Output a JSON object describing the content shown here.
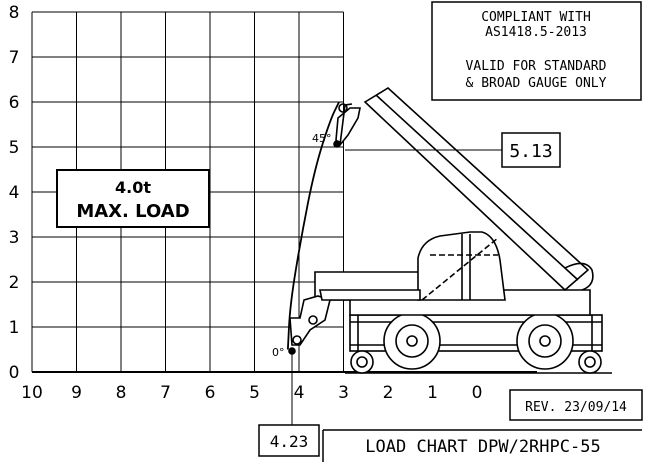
{
  "chart_data": {
    "type": "diagram",
    "x_ticks": [
      "10",
      "9",
      "8",
      "7",
      "6",
      "5",
      "4",
      "3",
      "2",
      "1",
      "0"
    ],
    "y_ticks": [
      "0",
      "1",
      "2",
      "3",
      "4",
      "5",
      "6",
      "7",
      "8"
    ],
    "boom_arc": [
      {
        "x": 4.25,
        "y": 0.5
      },
      {
        "x": 4.2,
        "y": 1.5
      },
      {
        "x": 3.95,
        "y": 3.0
      },
      {
        "x": 3.65,
        "y": 4.5
      },
      {
        "x": 3.3,
        "y": 5.6
      },
      {
        "x": 3.1,
        "y": 6.0
      }
    ]
  },
  "max_load": {
    "line1": "4.0t",
    "line2": "MAX. LOAD"
  },
  "compliance": {
    "line1": "COMPLIANT WITH",
    "line2": "AS1418.5-2013",
    "line3": "VALID FOR STANDARD",
    "line4": "& BROAD GAUGE ONLY"
  },
  "angle_45": "45°",
  "angle_0": "0°",
  "height_callout": "5.13",
  "reach_callout": "4.23",
  "revision": "REV. 23/09/14",
  "title": "LOAD CHART DPW/2RHPC-55"
}
